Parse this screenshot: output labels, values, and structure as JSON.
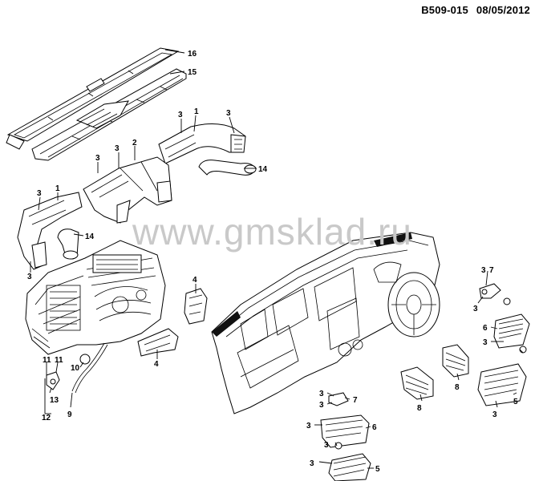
{
  "header": {
    "code": "B509-015",
    "date": "08/05/2012"
  },
  "watermark": "www.gmsklad.ru",
  "callouts": [
    "16",
    "15",
    "3",
    "1",
    "3",
    "3",
    "2",
    "3",
    "14",
    "3",
    "1",
    "14",
    "3",
    "4",
    "4",
    "10",
    "11",
    "11",
    "13",
    "12",
    "9",
    "3",
    "7",
    "3",
    "6",
    "3",
    "8",
    "8",
    "3",
    "7",
    "3",
    "6",
    "3",
    "3",
    "5",
    "3",
    "3",
    "5"
  ]
}
